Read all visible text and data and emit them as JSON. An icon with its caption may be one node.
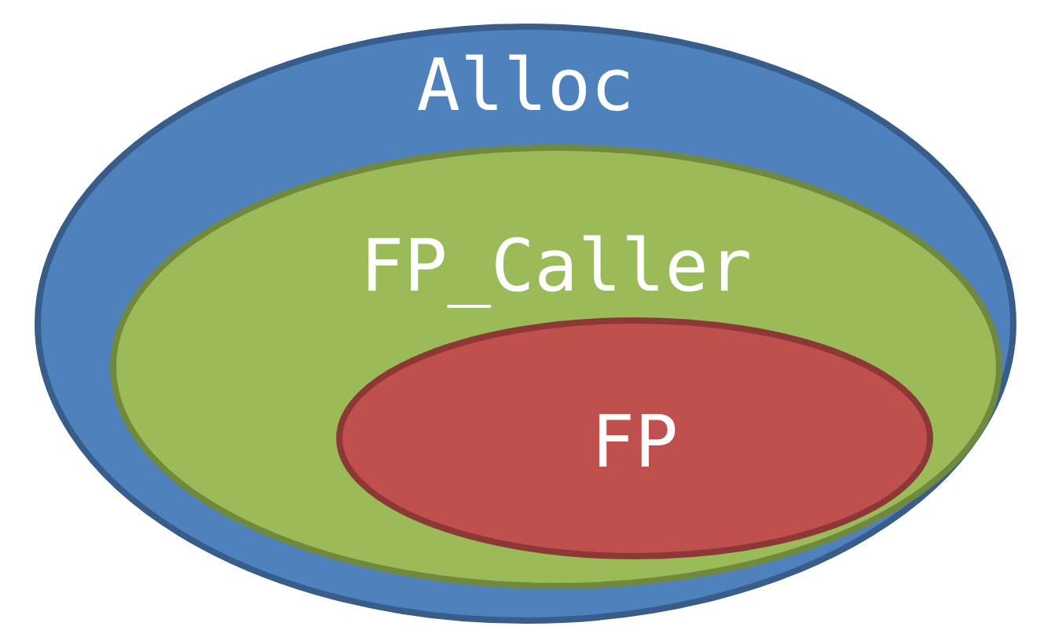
{
  "diagram": {
    "nodes": [
      {
        "text": [
          "Alloc"
        ]
      },
      {
        "text": [
          "FP_Caller"
        ],
        "in": 0
      },
      {
        "text": [
          "FP"
        ],
        "in": 1
      }
    ]
  }
}
